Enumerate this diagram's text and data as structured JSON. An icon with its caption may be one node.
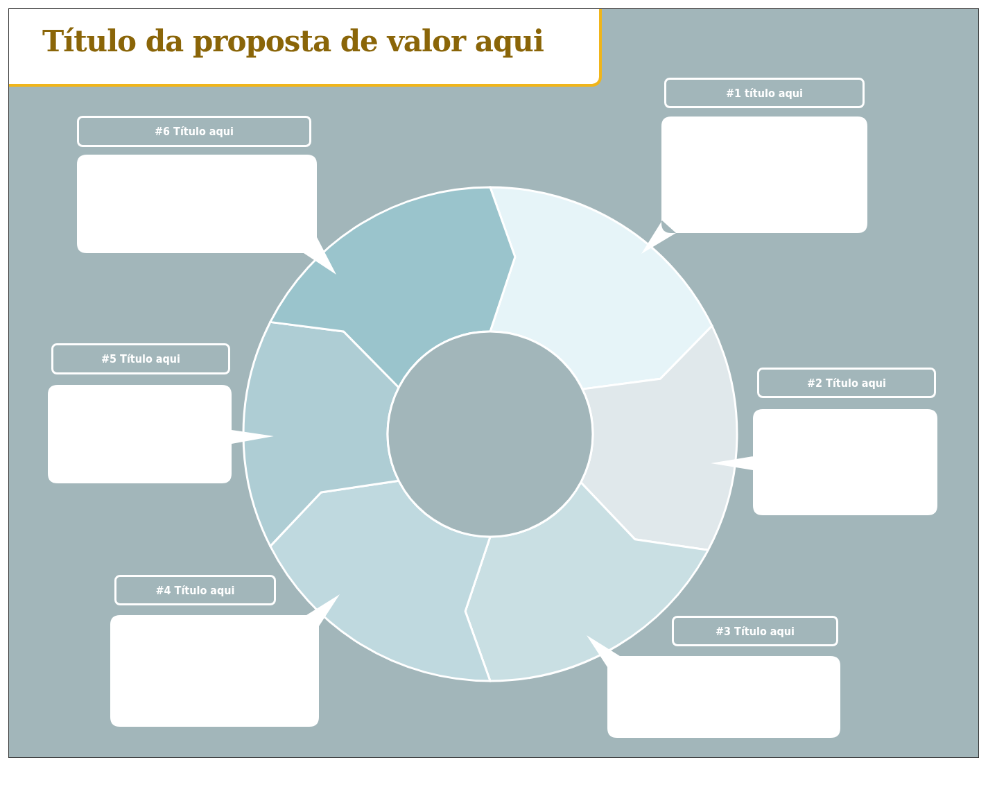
{
  "diagram": {
    "title": "Título da proposta de valor aqui",
    "nodes": [
      {
        "text": [],
        "shape": "segment"
      },
      {
        "text": [],
        "shape": "segment"
      },
      {
        "text": [],
        "shape": "segment"
      },
      {
        "text": [],
        "shape": "segment"
      },
      {
        "text": [],
        "shape": "segment"
      },
      {
        "text": [],
        "shape": "segment"
      },
      {
        "text": [],
        "shape": "circle"
      },
      {
        "text": [
          "#1 título aqui"
        ]
      },
      {
        "text": [],
        "shape": "callout"
      },
      {
        "text": [
          "#2 Título aqui"
        ]
      },
      {
        "text": [],
        "shape": "callout"
      },
      {
        "text": [
          "#3 Título aqui"
        ]
      },
      {
        "text": [],
        "shape": "callout"
      },
      {
        "text": [
          "#4 Título aqui"
        ]
      },
      {
        "text": [],
        "shape": "callout"
      },
      {
        "text": [
          "#5 Título aqui"
        ]
      },
      {
        "text": [],
        "shape": "callout"
      },
      {
        "text": [
          "#6 Título aqui"
        ]
      },
      {
        "text": [],
        "shape": "callout"
      }
    ]
  }
}
